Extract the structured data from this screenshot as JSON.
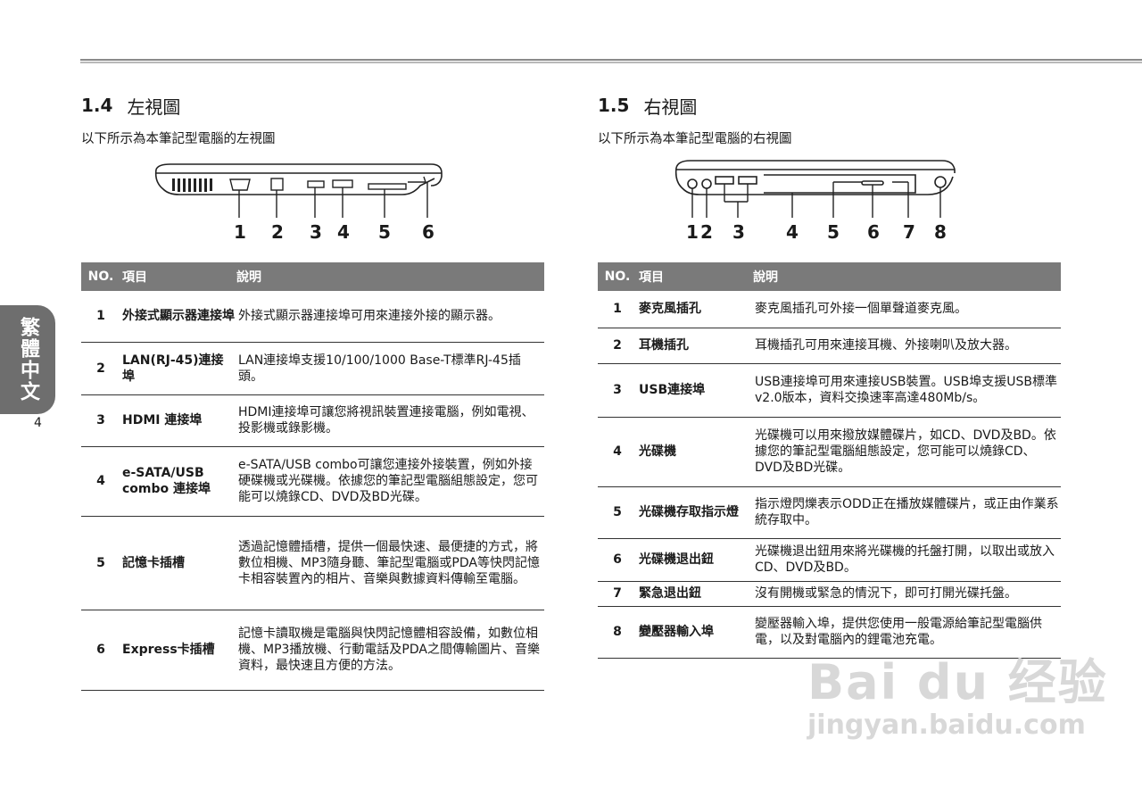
{
  "side_tab": {
    "label": "繁體中文",
    "page": "4"
  },
  "left": {
    "section_num": "1.4",
    "section_title": "左視圖",
    "intro": "以下所示為本筆記型電腦的左視圖",
    "callouts": [
      "1",
      "2",
      "3",
      "4",
      "5",
      "6"
    ],
    "headers": [
      "NO.",
      "項目",
      "說明"
    ],
    "rows": [
      {
        "no": "1",
        "item": "外接式顯示器連接埠",
        "desc": "外接式顯示器連接埠可用來連接外接的顯示器。"
      },
      {
        "no": "2",
        "item": "LAN(RJ-45)連接埠",
        "desc": "LAN連接埠支援10/100/1000 Base-T標準RJ-45插頭。"
      },
      {
        "no": "3",
        "item": "HDMI 連接埠",
        "desc": "HDMI連接埠可讓您將視訊裝置連接電腦，例如電視、投影機或錄影機。"
      },
      {
        "no": "4",
        "item": "e-SATA/USB combo 連接埠",
        "desc": "e-SATA/USB combo可讓您連接外接裝置，例如外接硬碟機或光碟機。依據您的筆記型電腦組態設定，您可能可以燒錄CD、DVD及BD光碟。"
      },
      {
        "no": "5",
        "item": "記憶卡插槽",
        "desc": "透過記憶體插槽，提供一個最快速、最便捷的方式，將數位相機、MP3隨身聽、筆記型電腦或PDA等快閃記憶卡相容裝置內的相片、音樂與數據資料傳輸至電腦。"
      },
      {
        "no": "6",
        "item": "Express卡插槽",
        "desc": "記憶卡讀取機是電腦與快閃記憶體相容設備，如數位相機、MP3播放機、行動電話及PDA之間傳輸圖片、音樂資料，最快速且方便的方法。"
      }
    ]
  },
  "right": {
    "section_num": "1.5",
    "section_title": "右視圖",
    "intro": "以下所示為本筆記型電腦的右視圖",
    "callouts": [
      "1",
      "2",
      "3",
      "4",
      "5",
      "6",
      "7",
      "8"
    ],
    "headers": [
      "NO.",
      "項目",
      "說明"
    ],
    "rows": [
      {
        "no": "1",
        "item": "麥克風插孔",
        "desc": "麥克風插孔可外接一個單聲道麥克風。"
      },
      {
        "no": "2",
        "item": "耳機插孔",
        "desc": "耳機插孔可用來連接耳機、外接喇叭及放大器。"
      },
      {
        "no": "3",
        "item": "USB連接埠",
        "desc": "USB連接埠可用來連接USB裝置。USB埠支援USB標準v2.0版本，資料交換速率高達480Mb/s。"
      },
      {
        "no": "4",
        "item": "光碟機",
        "desc": "光碟機可以用來撥放媒體碟片，如CD、DVD及BD。依據您的筆記型電腦組態設定，您可能可以燒錄CD、DVD及BD光碟。"
      },
      {
        "no": "5",
        "item": "光碟機存取指示燈",
        "desc": "指示燈閃爍表示ODD正在播放媒體碟片，或正由作業系統存取中。"
      },
      {
        "no": "6",
        "item": "光碟機退出鈕",
        "desc": "光碟機退出鈕用來將光碟機的托盤打開，以取出或放入CD、DVD及BD。"
      },
      {
        "no": "7",
        "item": "緊急退出鈕",
        "desc": "沒有開機或緊急的情況下，即可打開光碟托盤。"
      },
      {
        "no": "8",
        "item": "變壓器輸入埠",
        "desc": "變壓器輸入埠，提供您使用一般電源給筆記型電腦供電，以及對電腦內的鋰電池充電。"
      }
    ]
  },
  "watermark": {
    "line1": "Bai du 经验",
    "line2": "jingyan.baidu.com"
  }
}
